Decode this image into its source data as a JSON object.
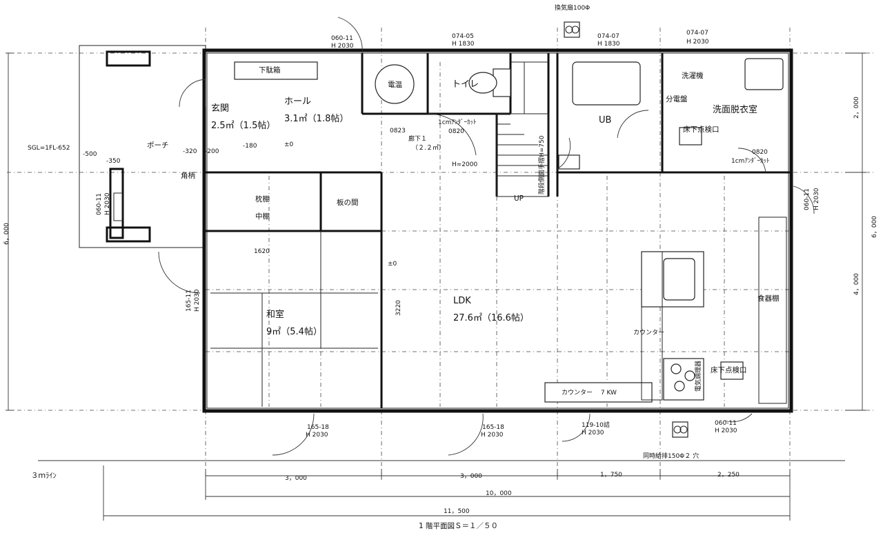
{
  "sheet_title": "1 階平面図Ｓ＝１／５０",
  "labels": {
    "kanki_top": "換気扇100Φ",
    "win_genkan": "060-11",
    "win_genkan_h": "H 2030",
    "win_toilet": "074-05",
    "win_toilet_h": "H 1830",
    "win_ub": "074-07",
    "win_ub_h": "H 1830",
    "win_sen": "074-07",
    "win_sen_h": "H 2030",
    "getabako": "下駄箱",
    "hall": "ホール",
    "hall_area": "3.1㎡（1.8帖）",
    "genkan": "玄関",
    "genkan_area": "2.5㎡（1.5帖）",
    "denon": "電温",
    "toilet": "トイレ",
    "ub": "UB",
    "sentaku": "洗濯機",
    "bunden": "分電盤",
    "senmen": "洗面脱衣室",
    "yukashita1": "床下点検口",
    "yukashita2": "床下点検口",
    "porch": "ポーチ",
    "sgl": "SGL=1FL-652",
    "lv_m500": "-500",
    "lv_m350": "-350",
    "lv_m320": "-320",
    "lv_m200": "-200",
    "lv_m180": "-180",
    "lv_0a": "±0",
    "lv_0b": "±0",
    "d0823": "0823",
    "rouka": "廊下１",
    "rouka_area": "（２.２㎡）",
    "cm_under1": "1cmｱﾝﾀﾞｰｶｯﾄ",
    "d0820a": "0820",
    "d0820b": "0820",
    "cm_under2": "1cmｱﾝﾀﾞｰｶｯﾄ",
    "h2000": "H=2000",
    "stair_rail": "階段側面手摺H=750",
    "up": "UP",
    "kado": "角柄",
    "makura": "枕棚",
    "nakadana": "中棚",
    "itanoma": "板の間",
    "d1620": "1620",
    "washitsu": "和室",
    "washitsu_area": "9㎡（5.4帖）",
    "ldk": "LDK",
    "ldk_area": "27.6㎡（16.6帖）",
    "d3220": "3220",
    "win_w1": "060-11",
    "win_w1_h": "H 2030",
    "win_w2": "165-11",
    "win_w2_h": "H 2030",
    "win_e1": "060-11",
    "win_e1_h": "H 2030",
    "counter1": "カウンター",
    "counter2": "カウンター　 7 KW",
    "denki": "電気調理器",
    "shokki": "食器棚",
    "win_s1": "165-18",
    "win_s1_h": "H 2030",
    "win_s2": "165-18",
    "win_s2_h": "H 2030",
    "win_s3": "119-10詰",
    "win_s3_h": "H 2030",
    "win_s4": "060-11",
    "win_s4_h": "H 2030",
    "doji": "同時給排150Φ２ 穴",
    "line3m": "３ｍﾗｲﾝ",
    "dim_3000a": "3，000",
    "dim_3000b": "3，000",
    "dim_1750": "1，750",
    "dim_2250": "2，250",
    "dim_10000": "10，000",
    "dim_11500": "11，500",
    "dim_2000": "2，000",
    "dim_4000": "4，000",
    "dim_6000r": "6，000",
    "dim_6000l": "6，000"
  }
}
